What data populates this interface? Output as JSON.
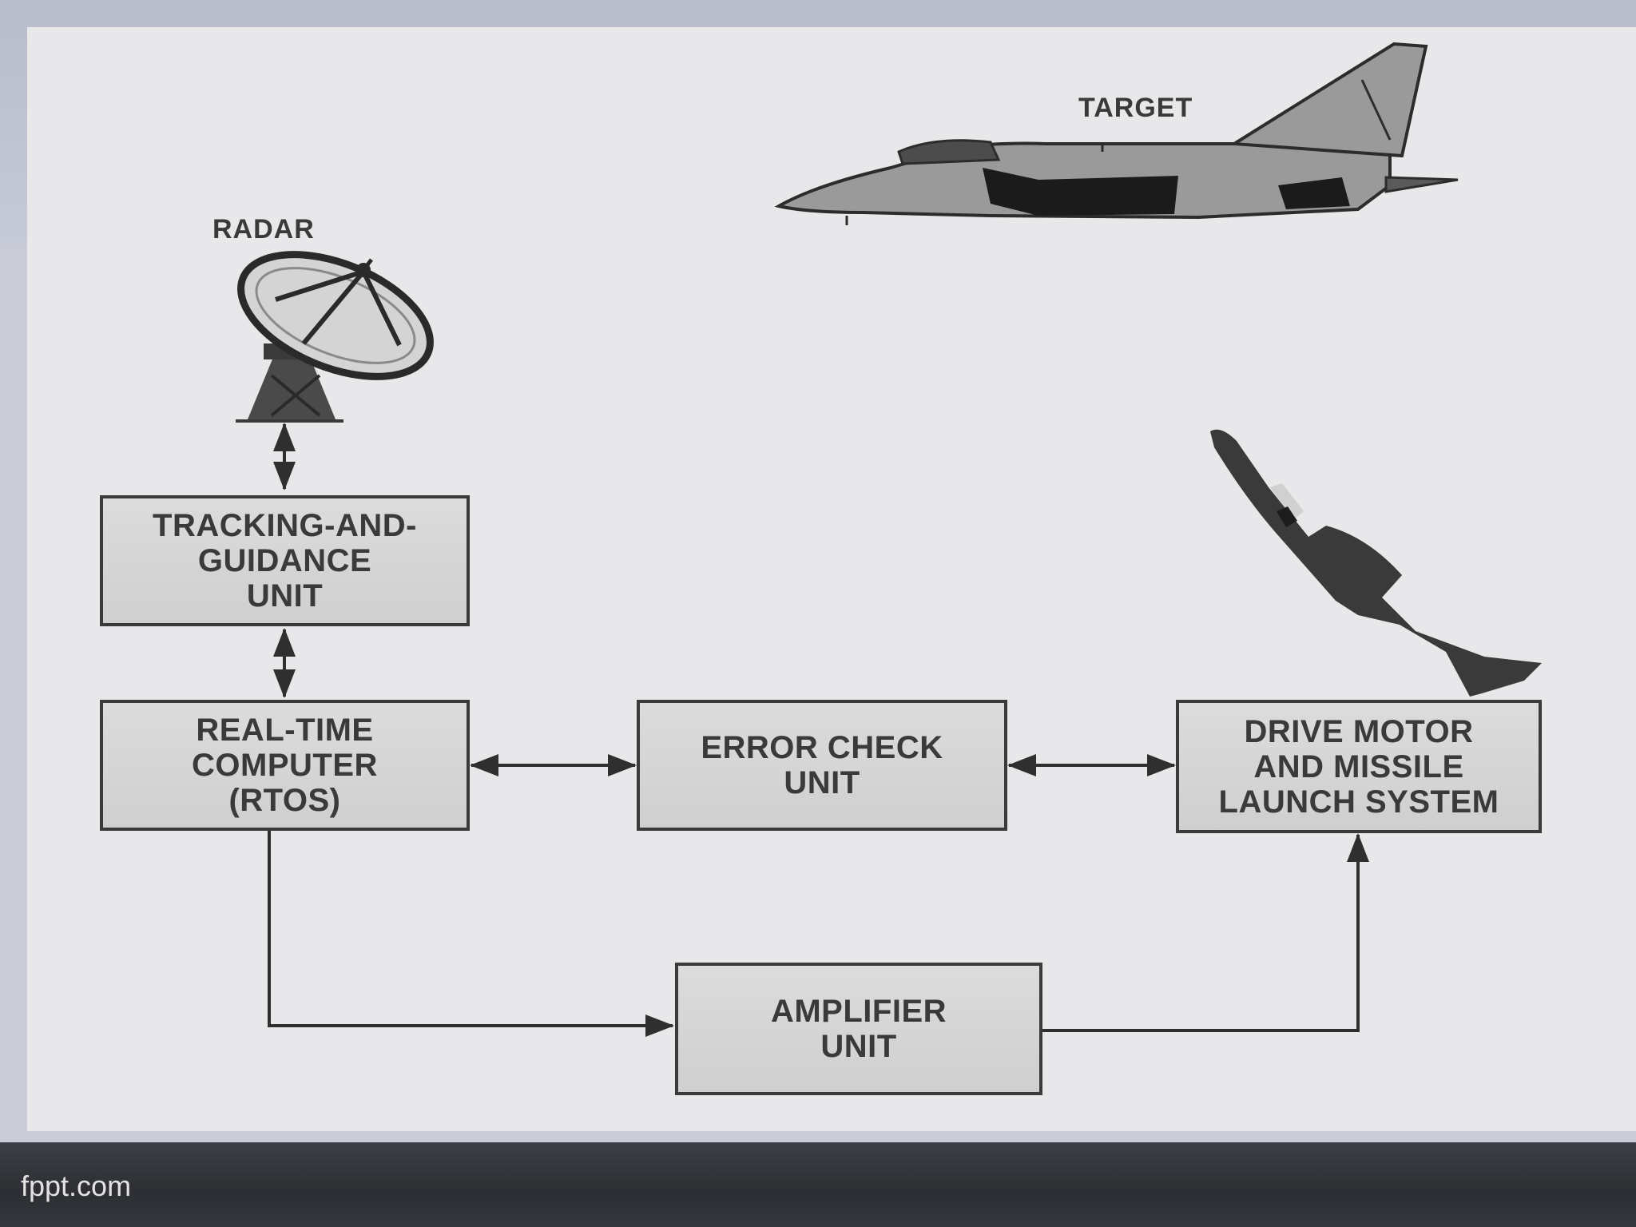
{
  "diagram": {
    "labels": {
      "radar": "RADAR",
      "target": "TARGET"
    },
    "boxes": {
      "tracking": "TRACKING-AND-\nGUIDANCE\nUNIT",
      "computer": "REAL-TIME\nCOMPUTER\n(RTOS)",
      "error_check": "ERROR CHECK\nUNIT",
      "drive_motor": "DRIVE MOTOR\nAND MISSILE\nLAUNCH SYSTEM",
      "amplifier": "AMPLIFIER\nUNIT"
    },
    "icons": {
      "radar": "radar-dish-icon",
      "target": "jet-aircraft-icon",
      "missile": "missile-icon"
    }
  },
  "footer": {
    "text": "fppt.com"
  }
}
